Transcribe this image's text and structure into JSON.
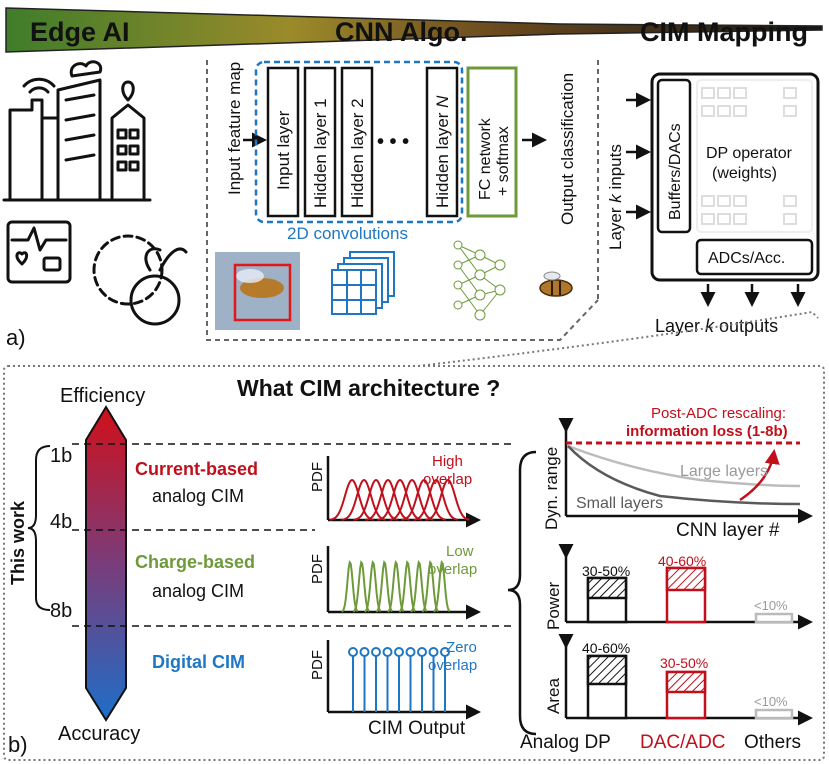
{
  "banner": {
    "left": "Edge AI",
    "middle": "CNN Algo.",
    "right": "CIM Mapping"
  },
  "panel_a": {
    "label": "a)",
    "input_feature_map": "Input feature map",
    "layers": [
      "Input layer",
      "Hidden layer 1",
      "Hidden layer 2",
      "Hidden layer "
    ],
    "layer_n": "N",
    "ellipsis": "• • •",
    "fc_line1": "FC network",
    "fc_line2": "+ softmax",
    "output_classification": "Output classification",
    "convolutions": "2D convolutions",
    "layer_k_inputs_pre": "Layer ",
    "layer_k_inputs_k": "k",
    "layer_k_inputs_post": " inputs",
    "buffers": "Buffers/DACs",
    "dp_line1": "DP operator",
    "dp_line2": "(weights)",
    "adcs": "ADCs/Acc.",
    "layer_k_outputs_pre": "Layer ",
    "layer_k_outputs_k": "k",
    "layer_k_outputs_post": " outputs"
  },
  "panel_b": {
    "label": "b)",
    "title": "What CIM architecture ?",
    "efficiency": "Efficiency",
    "accuracy": "Accuracy",
    "bit_labels": [
      "1b",
      "4b",
      "8b"
    ],
    "this_work": "This work",
    "rows": [
      {
        "name": "Current-based",
        "sub": "analog CIM",
        "overlap1": "High",
        "overlap2": "overlap",
        "color": "#c0101c"
      },
      {
        "name": "Charge-based",
        "sub": "analog CIM",
        "overlap1": "Low",
        "overlap2": "overlap",
        "color": "#6e9a3a"
      },
      {
        "name": "Digital CIM",
        "sub": "",
        "overlap1": "Zero",
        "overlap2": "overlap",
        "color": "#1f77c4"
      }
    ],
    "pdf": "PDF",
    "cim_output": "CIM Output",
    "dyn_range": "Dyn. range",
    "cnn_layer": "CNN layer #",
    "post_adc1": "Post-ADC rescaling:",
    "post_adc2": "information loss (1-8b)",
    "large_layers": "Large layers",
    "small_layers": "Small layers",
    "power": "Power",
    "area": "Area",
    "power_labels": [
      "30-50%",
      "40-60%",
      "<10%"
    ],
    "area_labels": [
      "40-60%",
      "30-50%",
      "<10%"
    ],
    "categories": [
      "Analog DP",
      "DAC/ADC",
      "Others"
    ]
  }
}
